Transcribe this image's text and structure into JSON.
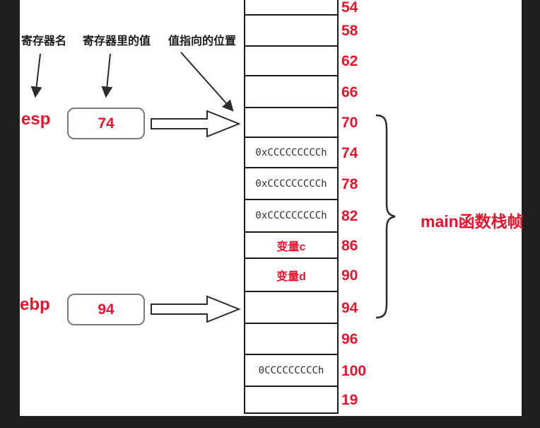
{
  "colors": {
    "accent_red": "#e8132d",
    "line_black": "#1a1a1a",
    "frame_dark": "#1f1f1f",
    "box_border_gray": "#7a7a7a"
  },
  "legend": {
    "register_name_label": "寄存器名",
    "register_value_label": "寄存器里的值",
    "points_to_label": "值指向的位置"
  },
  "registers": [
    {
      "name": "esp",
      "value": "74",
      "points_to_address": "70"
    },
    {
      "name": "ebp",
      "value": "94",
      "points_to_address": "94"
    }
  ],
  "stack": {
    "rows": [
      {
        "address": "54",
        "value": "",
        "style": "empty"
      },
      {
        "address": "58",
        "value": "",
        "style": "empty"
      },
      {
        "address": "62",
        "value": "",
        "style": "empty"
      },
      {
        "address": "66",
        "value": "",
        "style": "empty"
      },
      {
        "address": "70",
        "value": "",
        "style": "empty"
      },
      {
        "address": "74",
        "value": "0xCCCCCCCCCh",
        "style": "mono"
      },
      {
        "address": "78",
        "value": "0xCCCCCCCCCh",
        "style": "mono"
      },
      {
        "address": "82",
        "value": "0xCCCCCCCCCh",
        "style": "mono"
      },
      {
        "address": "86",
        "value": "变量c",
        "style": "red"
      },
      {
        "address": "90",
        "value": "变量d",
        "style": "red"
      },
      {
        "address": "94",
        "value": "",
        "style": "empty"
      },
      {
        "address": "96",
        "value": "",
        "style": "empty"
      },
      {
        "address": "100",
        "value": "0CCCCCCCCCh",
        "style": "mono"
      },
      {
        "address": "19",
        "value": "",
        "style": "empty"
      }
    ]
  },
  "annotation": {
    "label": "main函数栈帧",
    "covers_addresses": "70-94"
  }
}
